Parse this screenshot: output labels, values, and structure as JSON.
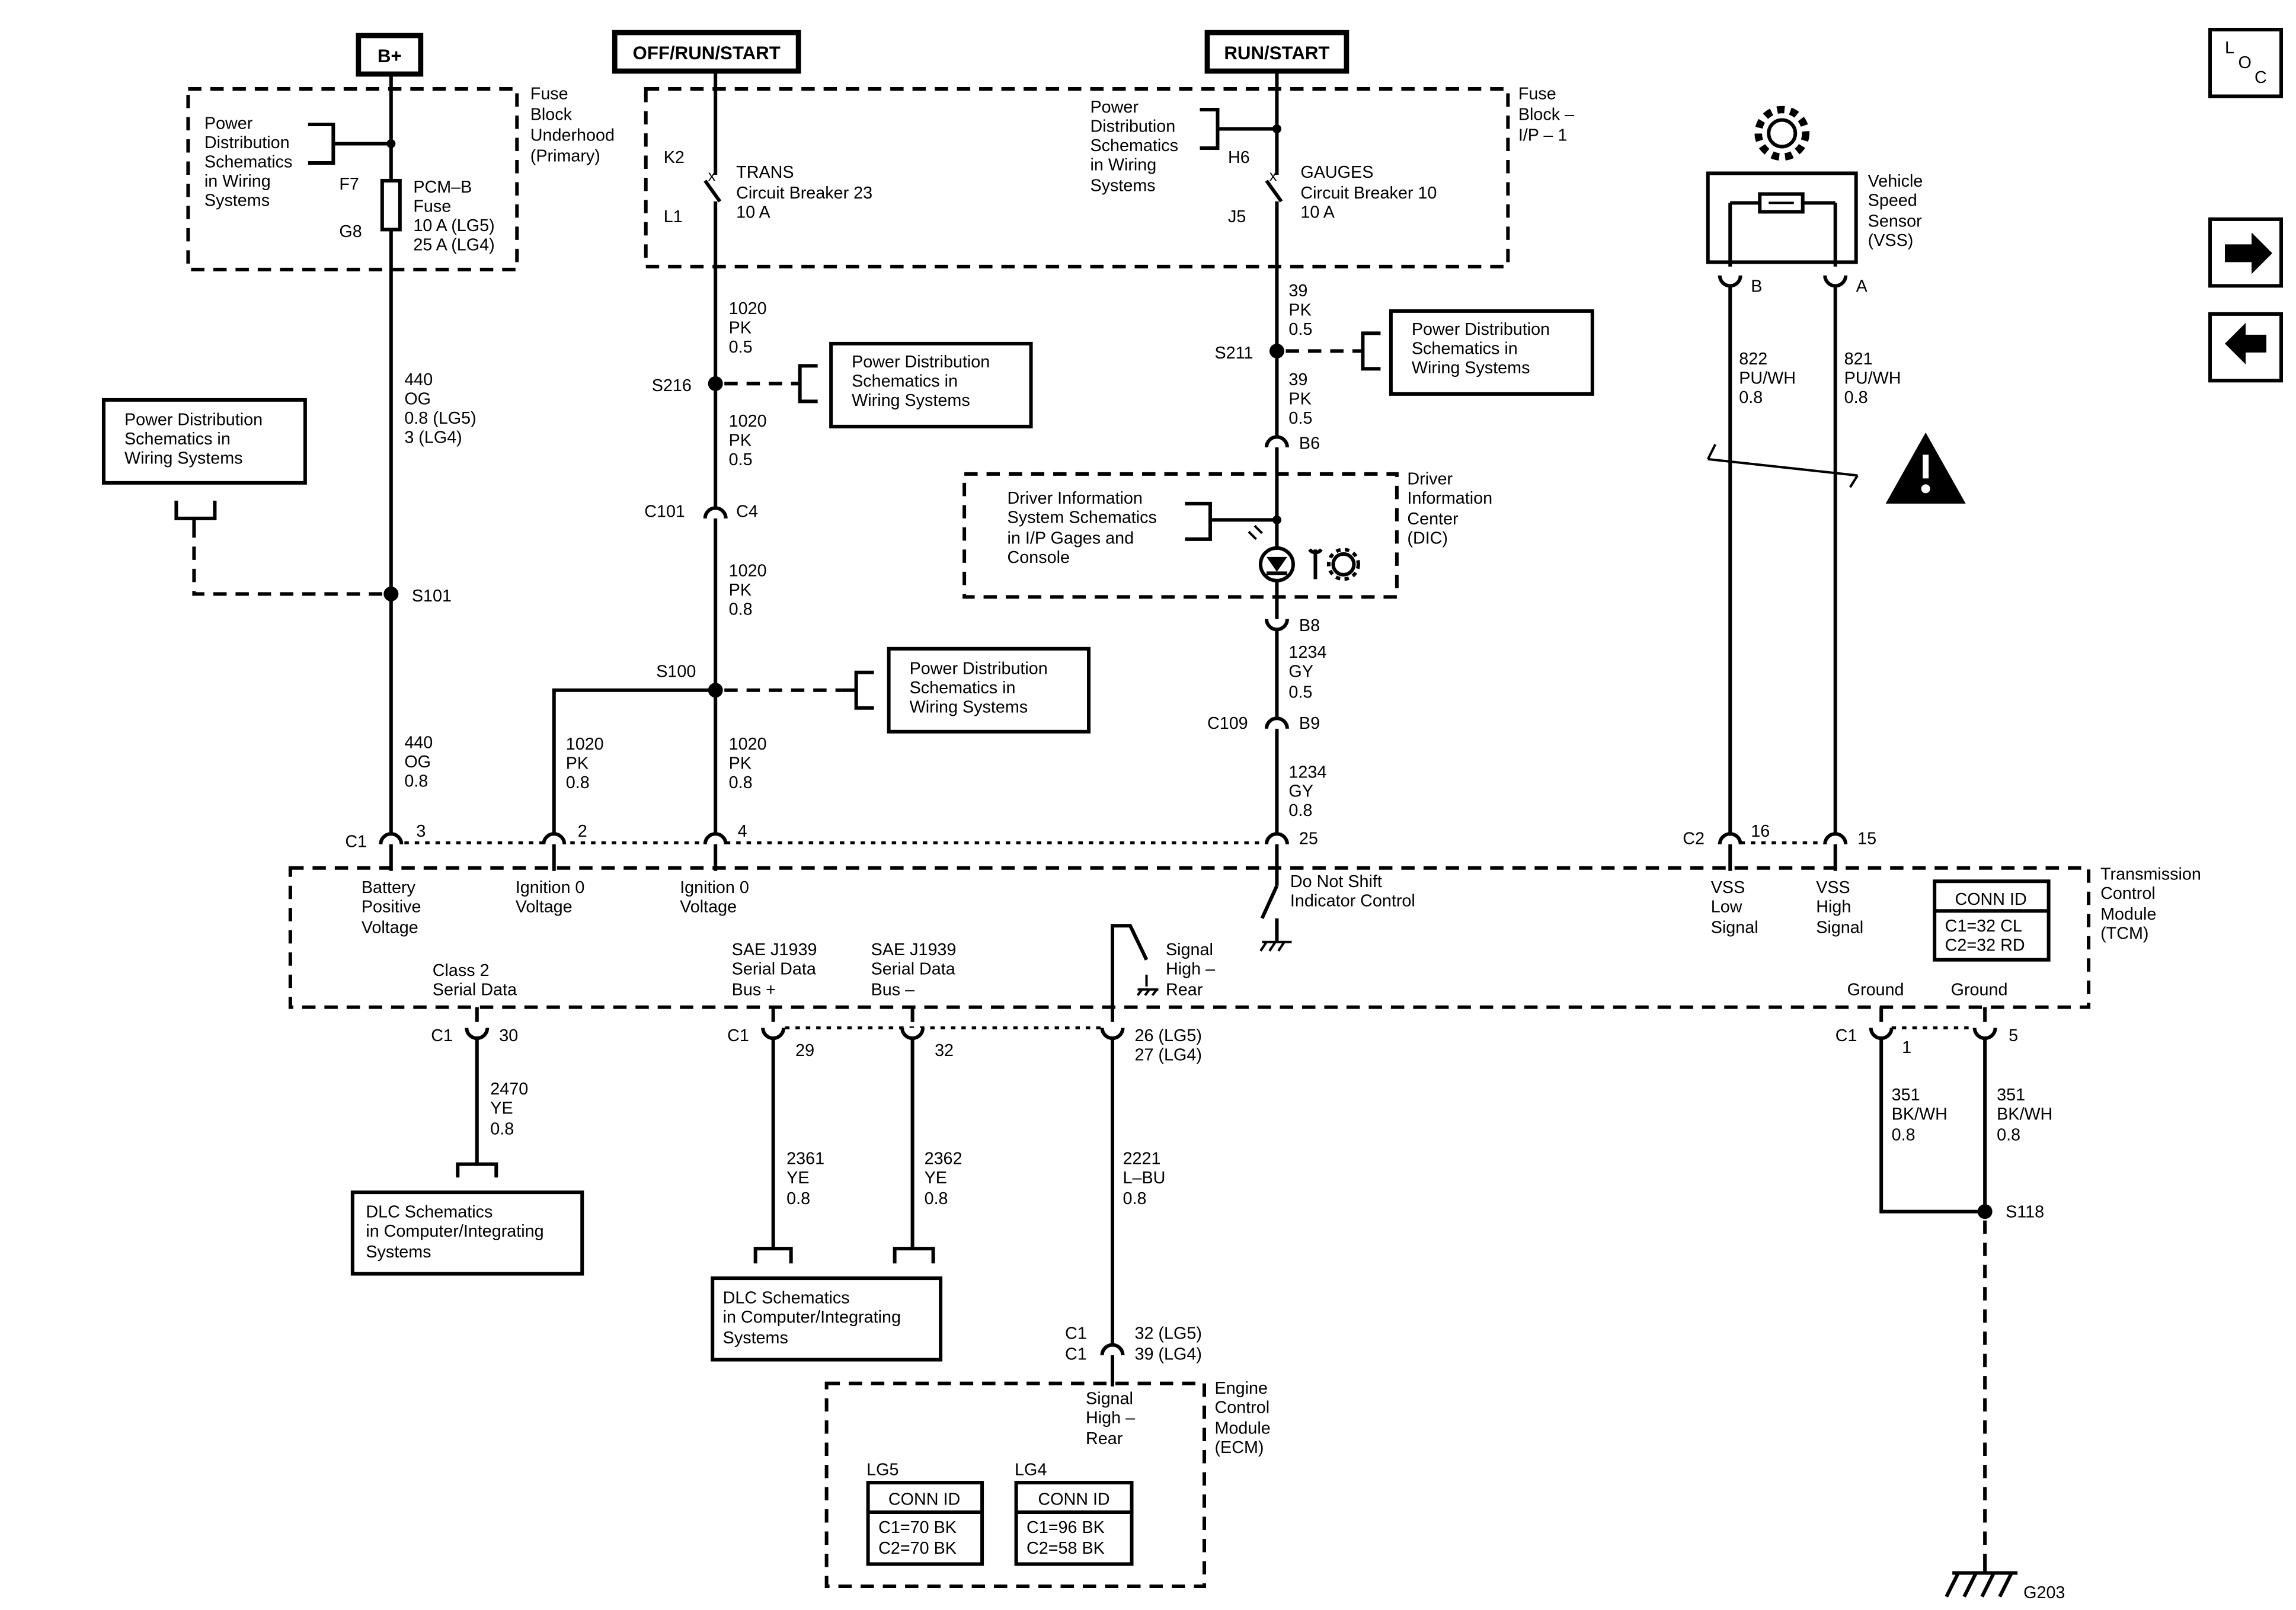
{
  "top_labels": {
    "bplus": "B+",
    "off_run_start": "OFF/RUN/START",
    "run_start": "RUN/START",
    "loc": [
      "L",
      "O",
      "C"
    ]
  },
  "fuse_block_underhood": {
    "title": [
      "Fuse",
      "Block",
      "Underhood",
      "(Primary)"
    ],
    "pd_ref": [
      "Power",
      "Distribution",
      "Schematics",
      "in Wiring",
      "Systems"
    ],
    "fuse_in": "F7",
    "fuse_out": "G8",
    "fuse_label": [
      "PCM–B",
      "Fuse",
      "10 A (LG5)",
      "25 A (LG4)"
    ]
  },
  "fuse_block_ip": {
    "title": [
      "Fuse",
      "Block –",
      "I/P – 1"
    ],
    "pd_ref": [
      "Power",
      "Distribution",
      "Schematics",
      "in Wiring",
      "Systems"
    ],
    "cb23": {
      "in": "K2",
      "out": "L1",
      "label": [
        "TRANS",
        "Circuit Breaker 23",
        "10 A"
      ]
    },
    "cb10": {
      "in": "H6",
      "out": "J5",
      "label": [
        "GAUGES",
        "Circuit Breaker 10",
        "10 A"
      ]
    }
  },
  "ref_boxes": {
    "pd_left": [
      "Power Distribution",
      "Schematics in",
      "Wiring Systems"
    ],
    "pd_s216": [
      "Power Distribution",
      "Schematics in",
      "Wiring Systems"
    ],
    "pd_s100": [
      "Power Distribution",
      "Schematics in",
      "Wiring Systems"
    ],
    "pd_s211": [
      "Power Distribution",
      "Schematics in",
      "Wiring Systems"
    ],
    "dlc_left": [
      "DLC Schematics",
      "in Computer/Integrating",
      "Systems"
    ],
    "dlc_mid": [
      "DLC Schematics",
      "in Computer/Integrating",
      "Systems"
    ],
    "dic_ref": [
      "Driver Information",
      "System Schematics",
      "in I/P Gages and",
      "Console"
    ]
  },
  "wires": {
    "w440_top": [
      "440",
      "OG",
      "0.8 (LG5)",
      "3 (LG4)"
    ],
    "w440_bot": [
      "440",
      "OG",
      "0.8"
    ],
    "w1020_a": [
      "1020",
      "PK",
      "0.5"
    ],
    "w1020_b": [
      "1020",
      "PK",
      "0.5"
    ],
    "w1020_c": [
      "1020",
      "PK",
      "0.8"
    ],
    "w1020_d": [
      "1020",
      "PK",
      "0.8"
    ],
    "w1020_e": [
      "1020",
      "PK",
      "0.8"
    ],
    "w39_a": [
      "39",
      "PK",
      "0.5"
    ],
    "w39_b": [
      "39",
      "PK",
      "0.5"
    ],
    "w1234_a": [
      "1234",
      "GY",
      "0.5"
    ],
    "w1234_b": [
      "1234",
      "GY",
      "0.8"
    ],
    "w822": [
      "822",
      "PU/WH",
      "0.8"
    ],
    "w821": [
      "821",
      "PU/WH",
      "0.8"
    ],
    "w2470": [
      "2470",
      "YE",
      "0.8"
    ],
    "w2361": [
      "2361",
      "YE",
      "0.8"
    ],
    "w2362": [
      "2362",
      "YE",
      "0.8"
    ],
    "w2221": [
      "2221",
      "L–BU",
      "0.8"
    ],
    "w351_a": [
      "351",
      "BK/WH",
      "0.8"
    ],
    "w351_b": [
      "351",
      "BK/WH",
      "0.8"
    ]
  },
  "splices": {
    "s101": "S101",
    "s216": "S216",
    "s100": "S100",
    "s211": "S211",
    "s118": "S118"
  },
  "connectors": {
    "c101": "C101",
    "c4": "C4",
    "b6": "B6",
    "b8": "B8",
    "c109": "C109",
    "b9": "B9",
    "vss_b": "B",
    "vss_a": "A"
  },
  "dic": {
    "title": [
      "Driver",
      "Information",
      "Center",
      "(DIC)"
    ]
  },
  "vss": {
    "title": [
      "Vehicle",
      "Speed",
      "Sensor",
      "(VSS)"
    ]
  },
  "tcm": {
    "title": [
      "Transmission",
      "Control",
      "Module",
      "(TCM)"
    ],
    "top_pins": {
      "c1": "C1",
      "p3": "3",
      "p2": "2",
      "p4": "4",
      "p25": "25",
      "c2": "C2",
      "p16": "16",
      "p15": "15"
    },
    "top_labels": {
      "battery": [
        "Battery",
        "Positive",
        "Voltage"
      ],
      "ign_a": [
        "Ignition 0",
        "Voltage"
      ],
      "ign_b": [
        "Ignition 0",
        "Voltage"
      ],
      "dns": [
        "Do Not Shift",
        "Indicator Control"
      ],
      "vss_low": [
        "VSS",
        "Low",
        "Signal"
      ],
      "vss_high": [
        "VSS",
        "High",
        "Signal"
      ]
    },
    "bottom_labels": {
      "class2": [
        "Class 2",
        "Serial Data"
      ],
      "j1939_plus": [
        "SAE J1939",
        "Serial Data",
        "Bus +"
      ],
      "j1939_minus": [
        "SAE J1939",
        "Serial Data",
        "Bus –"
      ],
      "sig_high_rear": [
        "Signal",
        "High –",
        "Rear"
      ],
      "gnd_a": "Ground",
      "gnd_b": "Ground"
    },
    "bottom_pins": {
      "c1_a": "C1",
      "p30": "30",
      "c1_b": "C1",
      "p29": "29",
      "p32": "32",
      "p26": "26 (LG5)",
      "p27": "27 (LG4)",
      "c1_c": "C1",
      "p1": "1",
      "p5": "5"
    },
    "conn_id": {
      "head": "CONN ID",
      "rows": [
        "C1=32 CL",
        "C2=32 RD"
      ]
    }
  },
  "ecm": {
    "title": [
      "Engine",
      "Control",
      "Module",
      "(ECM)"
    ],
    "pins": {
      "c1a": "C1",
      "c1b": "C1",
      "p32": "32 (LG5)",
      "p39": "39 (LG4)"
    },
    "sig_label": [
      "Signal",
      "High –",
      "Rear"
    ],
    "lg5": {
      "tag": "LG5",
      "head": "CONN ID",
      "rows": [
        "C1=70 BK",
        "C2=70 BK"
      ]
    },
    "lg4": {
      "tag": "LG4",
      "head": "CONN ID",
      "rows": [
        "C1=96 BK",
        "C2=58 BK"
      ]
    }
  },
  "ground": "G203",
  "nav": {
    "next": "next-arrow",
    "prev": "prev-arrow"
  }
}
